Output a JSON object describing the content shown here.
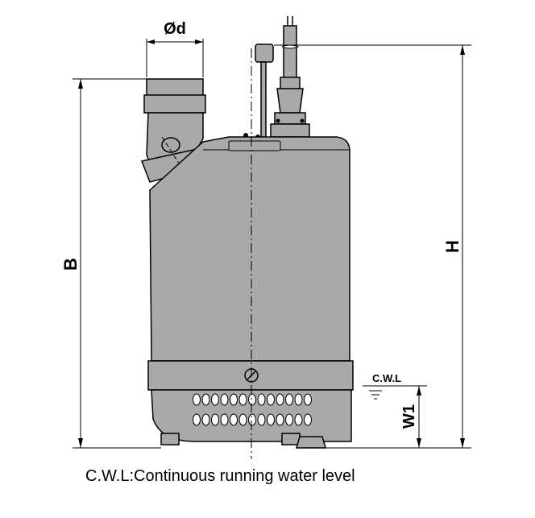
{
  "labels": {
    "diameter": "Ød",
    "height_b": "B",
    "height_h": "H",
    "level_w1": "W1",
    "cwl": "C.W.L"
  },
  "caption": "C.W.L:Continuous running water level",
  "colors": {
    "body_fill": "#a9a9a9",
    "outline": "#000000",
    "background": "#ffffff"
  }
}
